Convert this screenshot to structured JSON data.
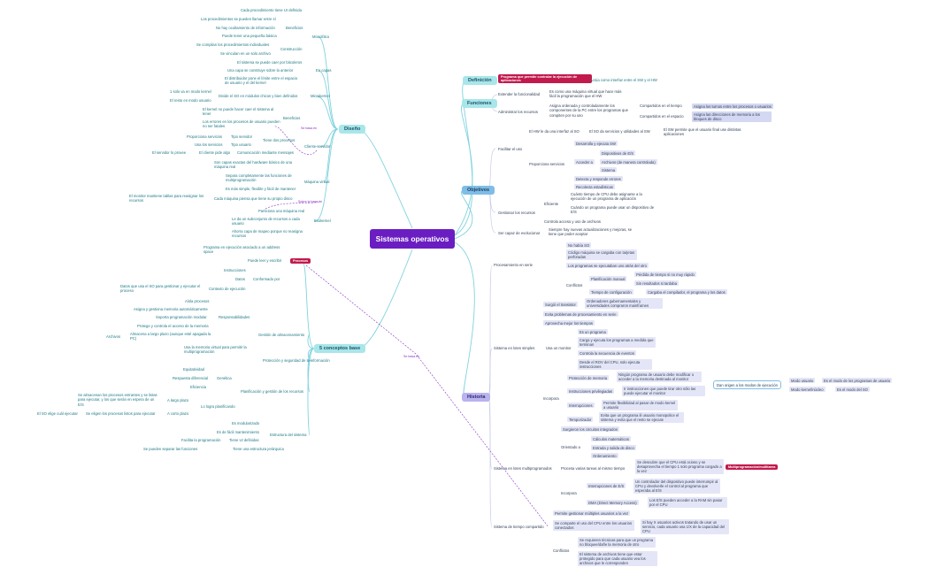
{
  "central": "Sistemas operativos",
  "definicion": {
    "title": "Definición",
    "main": "Programa que permite controlar la ejecución de aplicaciones",
    "note": "Actúa como interfaz entre el SW y el HW"
  },
  "funciones": {
    "title": "Funciones",
    "f1": "Extender la funcionalidad",
    "f1a": "Es como una máquina virtual que hace más fácil la programación que el HW",
    "f2": "Administrar los recursos",
    "f2a": "Asigna ordenada y controladamente los componentes de la PC entre los programas que compiten por su uso",
    "t1": "Compartidos en el tiempo",
    "t1a": "Asigna los turnos entre los procesos o usuarios",
    "t2": "Compartidos en el espacio",
    "t2a": "Asigna las direcciones de memoria a los bloques de disco"
  },
  "objetivos": {
    "title": "Objetivos",
    "facilitar": "Facilitar el uso",
    "hw": "El HW le da una interfaz al SO",
    "so": "El SO da servicios y utilidades al SW",
    "sw": "El SW permite que el usuario final use distintas aplicaciones",
    "servicios": "Proporciona servicios",
    "s1": "Desarrolla y ejecuta SW",
    "acceder": "Acceder a",
    "a1": "Dispositivos de E/S",
    "a2": "Archivos (de manera controlada)",
    "a3": "Sistema",
    "s2": "Detecta y responde errores",
    "s3": "Recolecta estadísticas",
    "eficiente": "Eficiente",
    "eficiente_label": "Gestionar los recursos",
    "e1": "Cuánto tiempo de CPU debe asignarse a la ejecución de un programa de aplicación",
    "e2": "Cuándo un programa puede usar un dispositivo de E/S",
    "e3": "Controla acceso y uso de archivos",
    "evolucion": "Ser capaz de evolucionar",
    "evolucion_a": "Siempre hay nuevas actualizaciones y mejoras, se tiene que poder aceptar"
  },
  "diseno": {
    "title": "Diseño",
    "monolitico": "Monolítico",
    "m1": "Cada procedimiento tiene UI definida",
    "m2": "Los procedimientos se pueden llamar entre sí",
    "beneficios": "Beneficios",
    "b1": "No hay ocultamiento de información",
    "b2": "Puede tener una pequeña básica",
    "construccion": "Construcción",
    "c1": "Se compilan los procedimientos individuales",
    "c2": "Se vinculan en un solo archivo",
    "m3": "El sistema se puede caer por bitcoleros",
    "capas": "En capas",
    "capas_a": "Una capa se construye sobre la anterior",
    "micro": "Microkernel",
    "mk1": "El distribuidor pone el límite entre el espacio de usuario y el del kernel",
    "mk2": "Divide el SO en módulos chicos y bien definidos",
    "mk2a": "1 solo va en modo kernel",
    "mk2b": "El resto en modo usuario",
    "mbenef": "Beneficios",
    "mb1": "El kernel no puede hacer caer el sistema al tener",
    "mb2": "Los errores en los procesos de usuario pueden no ser fatales",
    "se_basa": "Se basa en",
    "cliente": "Cliente-servidor",
    "tiene": "Tiene dos procesos",
    "tp1": "Tipo servidor",
    "tp1a": "Proporciona servicios",
    "tp2": "Tipo usuario",
    "tp2a": "Usa los servicios",
    "comm": "Comunicación mediante mensajes",
    "comm_a": "El cliente pide algo",
    "comm_b": "El servidor lo provee",
    "maquina": "Máquina virtual",
    "mv1": "Son capas exactas del hardware básico de una máquina real",
    "mv2": "Separa completamente las funciones de multiprogramación",
    "mv3": "Es más simple, flexible y fácil de mantener",
    "mv4": "Cada máquina piensa que tiene su propio disco",
    "mv4a": "El monitor mantiene tablas para reasignar los recursos",
    "mv5": "Particiona una máquina real",
    "mv5_tag": "Sobre la base de",
    "exo": "Exokernel",
    "ex1": "Le da un subconjunto de recursos a cada usuario",
    "ex2": "Ahorra capa de mapeo porque no reasigna recursos"
  },
  "conceptos": {
    "title": "5 conceptos base",
    "procesos_tag": "Procesos",
    "p1": "Programa en ejecución asociado a un address space",
    "p2": "Puede leer y escribir",
    "conformado": "Conformado por",
    "cp1": "Instrucciones",
    "cp2": "Datos",
    "cp3": "Contexto de ejecución",
    "cp3a": "Datos que usa el SO para gestionar y ejecutar el proceso",
    "memoria": "Gestión de almacenamiento",
    "resp": "Responsabilidades",
    "r1": "Aísla procesos",
    "r2": "Asigna y gestiona memoria automáticamente",
    "r3": "Soporta programación modular",
    "r4": "Protege y controla el acceso de la memoria",
    "r5": "Almacena a largo plazo (aunque esté apagada la PC)",
    "r5a": "Archivos",
    "vm": "Usa la memoria virtual para permitir la multiprogramación",
    "proteccion": "Protección y seguridad de la información",
    "planif": "Planificación y gestión de los recursos",
    "equidad": "Equitatividad",
    "diferencial": "Respuesta diferencial",
    "genetica": "Genética",
    "eficiencia": "Eficiencia",
    "logra": "Lo logra planificando",
    "largo": "A largo plazo",
    "largo_a": "Se almacenan los procesos entrantes y se listas para ejecutar, y los que serán en espera de un E/S",
    "corto": "A corto plazo",
    "corto_a": "Se eligen los procesos listos para ejecutar",
    "corto_b": "El SO elige cuál ejecutar",
    "estructura": "Estructura del sistema",
    "es1": "Es modularizado",
    "es2": "Es de fácil mantenimiento",
    "es3": "Tiene UI definidas",
    "es3a": "Facilita la programación",
    "es4": "Tiene una estructura jerárquica",
    "es4a": "Se pueden separar las funciones"
  },
  "historia": {
    "title": "Historia",
    "serie": "Procesamiento en serie",
    "sr1": "No había SO",
    "sr2": "Código máquina se cargaba con tarjetas perforadas",
    "sr3": "Los programas se ejecutaban uno atrás del otro",
    "conflictos": "Conflictos",
    "cf1": "Planificación manual",
    "cf1a": "Pérdida de tiempo si no muy rápido",
    "cf1b": "Sin resultados si tardaba",
    "cf2": "Tiempo de configuración",
    "cf2a": "Cargaba el compilador, el programa y los datos",
    "lotes": "Sistema en lotes simples",
    "l1": "Surgió el transistor",
    "l1a": "Ordenadores gubernamentales y universidades compraron mainframes",
    "l2": "Evita problemas de procesamiento en serie",
    "l3": "Aprovecha mejor los tiempos",
    "monitor": "Usa un monitor",
    "mo1": "Es un programa",
    "mo2": "Carga y ejecuta los programas a medida que terminan",
    "mo3": "Controla la secuencia de eventos",
    "mo4": "Desde el ROV del CPU, solo ejecuta instrucciones",
    "incorpora": "Incorpora",
    "in1": "Protección de memoria",
    "in1a": "Ningún programa de usuario debe modificar o acceder a la memoria destinada al monitor",
    "in2": "Instrucciones privilegiadas",
    "in2a": "Ir instrucciones que puede tirar otro sólo las puede ejecutar el monitor",
    "in3": "Interrupciones",
    "in3a": "Permite flexibilidad al pasar de modo kernel a usuario",
    "in4": "Temporizador",
    "in4a": "Evita que un programa ili usuario monopolice el sistema y evita que el resto se ejecute",
    "modos": "Dan origen a los modos de ejecución",
    "md1": "Modo usuario",
    "md1a": "Es el modo de los programas de usuario",
    "md2": "Modo kernel/núcleo",
    "md2a": "Es el modo del SO",
    "multi": "Sistema en lotes multiprogramados",
    "mu1": "Surgieron los circuitos integrados",
    "orientado": "Orientado a",
    "o1": "Cálculos matemáticos",
    "o2": "Entrada y salida de disco",
    "o3": "Ordenamiento",
    "mu2": "Procesa varias tareas al mismo tiempo",
    "mu2a": "Se descubre que el CPU está ocioso y se desaprovecha el tiempo 1 solo programa cargado a la vez",
    "mu2tag": "Multiprogramación/multitarea",
    "inc": "Incorpora",
    "inc1": "Interrupciones de E/S",
    "inc1a": "Un controlador del dispositivo puede interrumpir al CPU y devolverle el control al programa que esperaba al E/S",
    "inc2": "DMA (Direct Memory Access)",
    "inc2a": "Los E/S pueden acceder a la RAM sin pasar por el CPU",
    "tiempo": "Sistema de tiempo compartido",
    "t1": "Permite gestionar múltiples usuarios a la vez",
    "t2": "Se comparte el uso del CPU entre los usuarios conectados",
    "t2a": "Si hay X usuarios activos tratando de usar un servicio, cada usuario usa 1/X de la capacidad del CPU",
    "tc": "Conflictos",
    "tc1": "Se requieren técnicas para que un programa no bloquee/dañe la memoria de otro",
    "tc2": "El sistema de archivos tiene que estar protegido para que cada usuario vea los archivos que le corresponden"
  },
  "cross": {
    "sebasa": "Se basa en"
  }
}
